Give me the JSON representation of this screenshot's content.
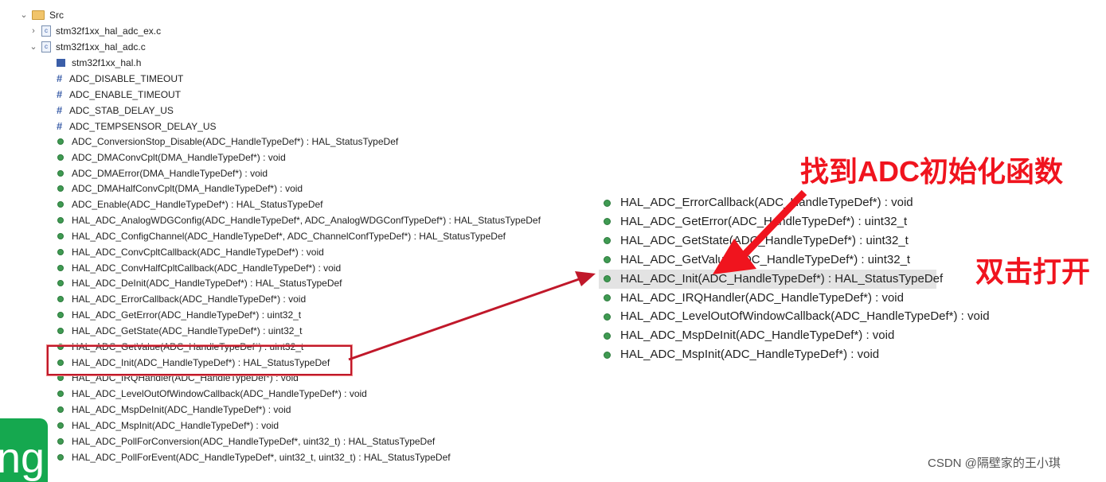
{
  "tree": {
    "folder": "Src",
    "files": [
      "stm32f1xx_hal_adc_ex.c",
      "stm32f1xx_hal_adc.c"
    ],
    "include": "stm32f1xx_hal.h",
    "macros": [
      "ADC_DISABLE_TIMEOUT",
      "ADC_ENABLE_TIMEOUT",
      "ADC_STAB_DELAY_US",
      "ADC_TEMPSENSOR_DELAY_US"
    ],
    "functions": [
      "ADC_ConversionStop_Disable(ADC_HandleTypeDef*) : HAL_StatusTypeDef",
      "ADC_DMAConvCplt(DMA_HandleTypeDef*) : void",
      "ADC_DMAError(DMA_HandleTypeDef*) : void",
      "ADC_DMAHalfConvCplt(DMA_HandleTypeDef*) : void",
      "ADC_Enable(ADC_HandleTypeDef*) : HAL_StatusTypeDef",
      "HAL_ADC_AnalogWDGConfig(ADC_HandleTypeDef*, ADC_AnalogWDGConfTypeDef*) : HAL_StatusTypeDef",
      "HAL_ADC_ConfigChannel(ADC_HandleTypeDef*, ADC_ChannelConfTypeDef*) : HAL_StatusTypeDef",
      "HAL_ADC_ConvCpltCallback(ADC_HandleTypeDef*) : void",
      "HAL_ADC_ConvHalfCpltCallback(ADC_HandleTypeDef*) : void",
      "HAL_ADC_DeInit(ADC_HandleTypeDef*) : HAL_StatusTypeDef",
      "HAL_ADC_ErrorCallback(ADC_HandleTypeDef*) : void",
      "HAL_ADC_GetError(ADC_HandleTypeDef*) : uint32_t",
      "HAL_ADC_GetState(ADC_HandleTypeDef*) : uint32_t",
      "HAL_ADC_GetValue(ADC_HandleTypeDef*) : uint32_t",
      "HAL_ADC_Init(ADC_HandleTypeDef*) : HAL_StatusTypeDef",
      "HAL_ADC_IRQHandler(ADC_HandleTypeDef*) : void",
      "HAL_ADC_LevelOutOfWindowCallback(ADC_HandleTypeDef*) : void",
      "HAL_ADC_MspDeInit(ADC_HandleTypeDef*) : void",
      "HAL_ADC_MspInit(ADC_HandleTypeDef*) : void",
      "HAL_ADC_PollForConversion(ADC_HandleTypeDef*, uint32_t) : HAL_StatusTypeDef",
      "HAL_ADC_PollForEvent(ADC_HandleTypeDef*, uint32_t, uint32_t) : HAL_StatusTypeDef"
    ]
  },
  "zoomed": [
    "HAL_ADC_ErrorCallback(ADC_HandleTypeDef*) : void",
    "HAL_ADC_GetError(ADC_HandleTypeDef*) : uint32_t",
    "HAL_ADC_GetState(ADC_HandleTypeDef*) : uint32_t",
    "HAL_ADC_GetValue(ADC_HandleTypeDef*) : uint32_t",
    "HAL_ADC_Init(ADC_HandleTypeDef*) : HAL_StatusTypeDef",
    "HAL_ADC_IRQHandler(ADC_HandleTypeDef*) : void",
    "HAL_ADC_LevelOutOfWindowCallback(ADC_HandleTypeDef*) : void",
    "HAL_ADC_MspDeInit(ADC_HandleTypeDef*) : void",
    "HAL_ADC_MspInit(ADC_HandleTypeDef*) : void"
  ],
  "annotation": {
    "line1": "找到ADC初始化函数",
    "line2": "双击打开",
    "color": "#f0141e"
  },
  "green_badge": "ng",
  "watermark": "CSDN @隔壁家的王小琪"
}
